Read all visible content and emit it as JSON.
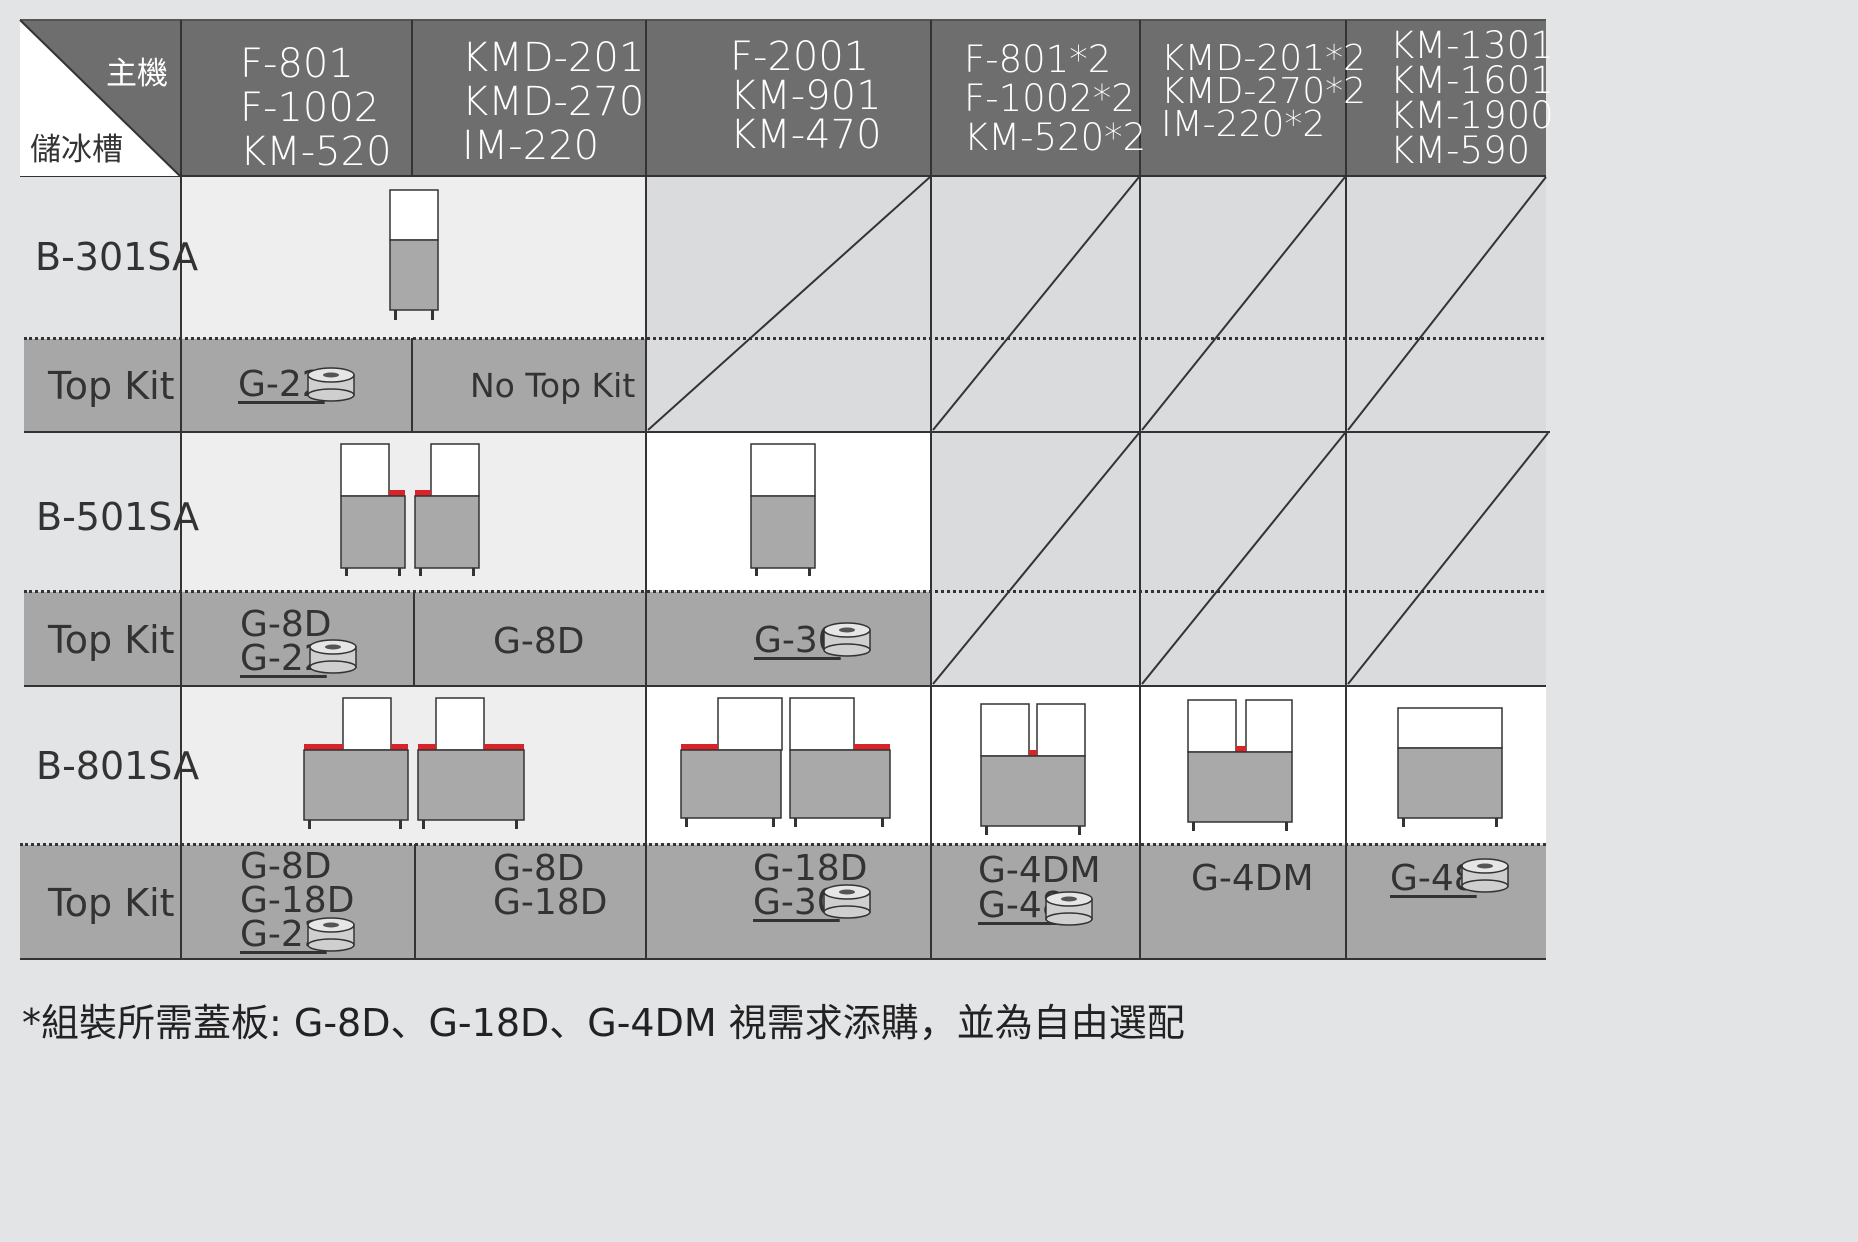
{
  "header": {
    "corner_top": "主機",
    "corner_bottom": "儲冰槽",
    "columns": [
      [
        "F-801",
        "F-1002",
        "KM-520"
      ],
      [
        "KMD-201",
        "KMD-270",
        "IM-220"
      ],
      [
        "F-2001",
        "KM-901",
        "KM-470"
      ],
      [
        "F-801*2",
        "F-1002*2",
        "KM-520*2"
      ],
      [
        "KMD-201*2",
        "KMD-270*2",
        "IM-220*2"
      ],
      [
        "KM-1301",
        "KM-1601",
        "KM-1900",
        "KM-590"
      ]
    ]
  },
  "rows": [
    {
      "bin": "B-301SA",
      "topkit_label": "Top Kit",
      "kits": {
        "c1": [
          "G-22"
        ],
        "c2": [
          "No Top Kit"
        ]
      }
    },
    {
      "bin": "B-501SA",
      "topkit_label": "Top Kit",
      "kits": {
        "c1": [
          "G-8D",
          "G-22"
        ],
        "c2": [
          "G-8D"
        ],
        "c3": [
          "G-30"
        ]
      }
    },
    {
      "bin": "B-801SA",
      "topkit_label": "Top Kit",
      "kits": {
        "c1": [
          "G-8D",
          "G-18D",
          "G-22"
        ],
        "c2": [
          "G-8D",
          "G-18D"
        ],
        "c3": [
          "G-18D",
          "G-30"
        ],
        "c4": [
          "G-4DM",
          "G-48"
        ],
        "c5": [
          "G-4DM"
        ],
        "c6": [
          "G-48"
        ]
      }
    }
  ],
  "footnote": "*組裝所需蓋板: G-8D、G-18D、G-4DM 視需求添購，並為自由選配",
  "colors": {
    "header_bg": "#6e6e6e",
    "kit_bg": "#a7a7a8",
    "light_bg": "#eeeeee",
    "empty_bg": "#dadbdd",
    "gasket": "#d9232b",
    "machine_body": "#a9a9a9"
  }
}
